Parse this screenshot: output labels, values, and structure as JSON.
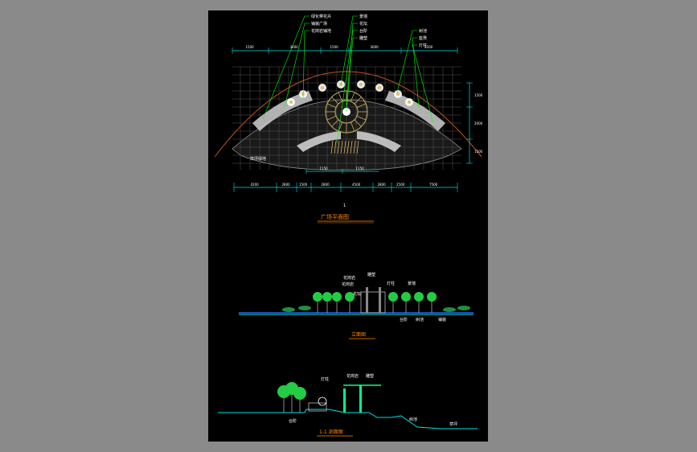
{
  "colors": {
    "background": "#8a8a8a",
    "sheet": "#000000",
    "leader": "#00ff00",
    "dimension": "#00e0e0",
    "title": "#ff8a00",
    "arc": "#c8501e",
    "white": "#ffffff",
    "tree": "#22cc44"
  },
  "plan": {
    "callouts": [
      "绿化带花卉",
      "铺装广场",
      "花岗岩铺地",
      "景墙",
      "花坛",
      "台阶",
      "雕塑",
      "树池",
      "座凳",
      "灯柱"
    ],
    "dims_top": [
      "1500",
      "3000",
      "1500",
      "3000",
      "1500"
    ],
    "dims_bottom": [
      "4200",
      "2800",
      "1500",
      "2800",
      "4500",
      "2800",
      "2500",
      "7500"
    ],
    "dims_inner": [
      "1150",
      "1150"
    ],
    "dims_right": [
      "1500",
      "2000",
      "1500"
    ],
    "left_label": "草坪绿地",
    "section_mark": "1",
    "title": "广场平面图"
  },
  "elevation": {
    "labels": [
      "花岗岩",
      "雕塑",
      "灯柱",
      "景墙",
      "花岗岩",
      "花坛",
      "台阶",
      "树池",
      "铺装"
    ],
    "title": "立面图"
  },
  "section": {
    "labels": [
      "灯柱",
      "花岗岩",
      "雕塑",
      "台阶",
      "树池",
      "草坪"
    ],
    "title": "1-1 剖面图"
  }
}
